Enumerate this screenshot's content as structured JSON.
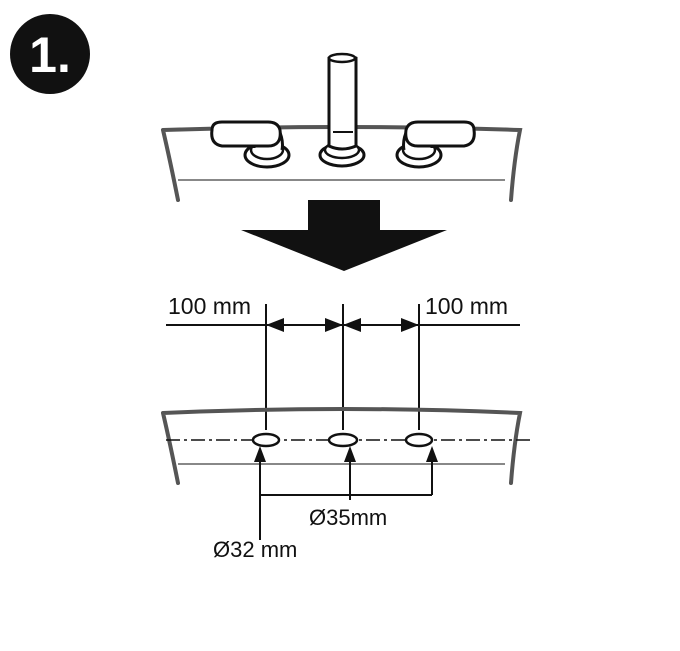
{
  "step": {
    "number": "1."
  },
  "labels": {
    "spacing_left": "100 mm",
    "spacing_right": "100 mm",
    "hole_center": "Ø35mm",
    "hole_side": "Ø32 mm"
  },
  "colors": {
    "ink": "#111111",
    "outline": "#555555",
    "basin_fill": "#ffffff",
    "arrow_fill": "#111111",
    "badge_fill": "#111111"
  },
  "icons": {
    "faucet": "three-hole-basin-mixer-icon",
    "direction": "down-arrow-icon"
  }
}
